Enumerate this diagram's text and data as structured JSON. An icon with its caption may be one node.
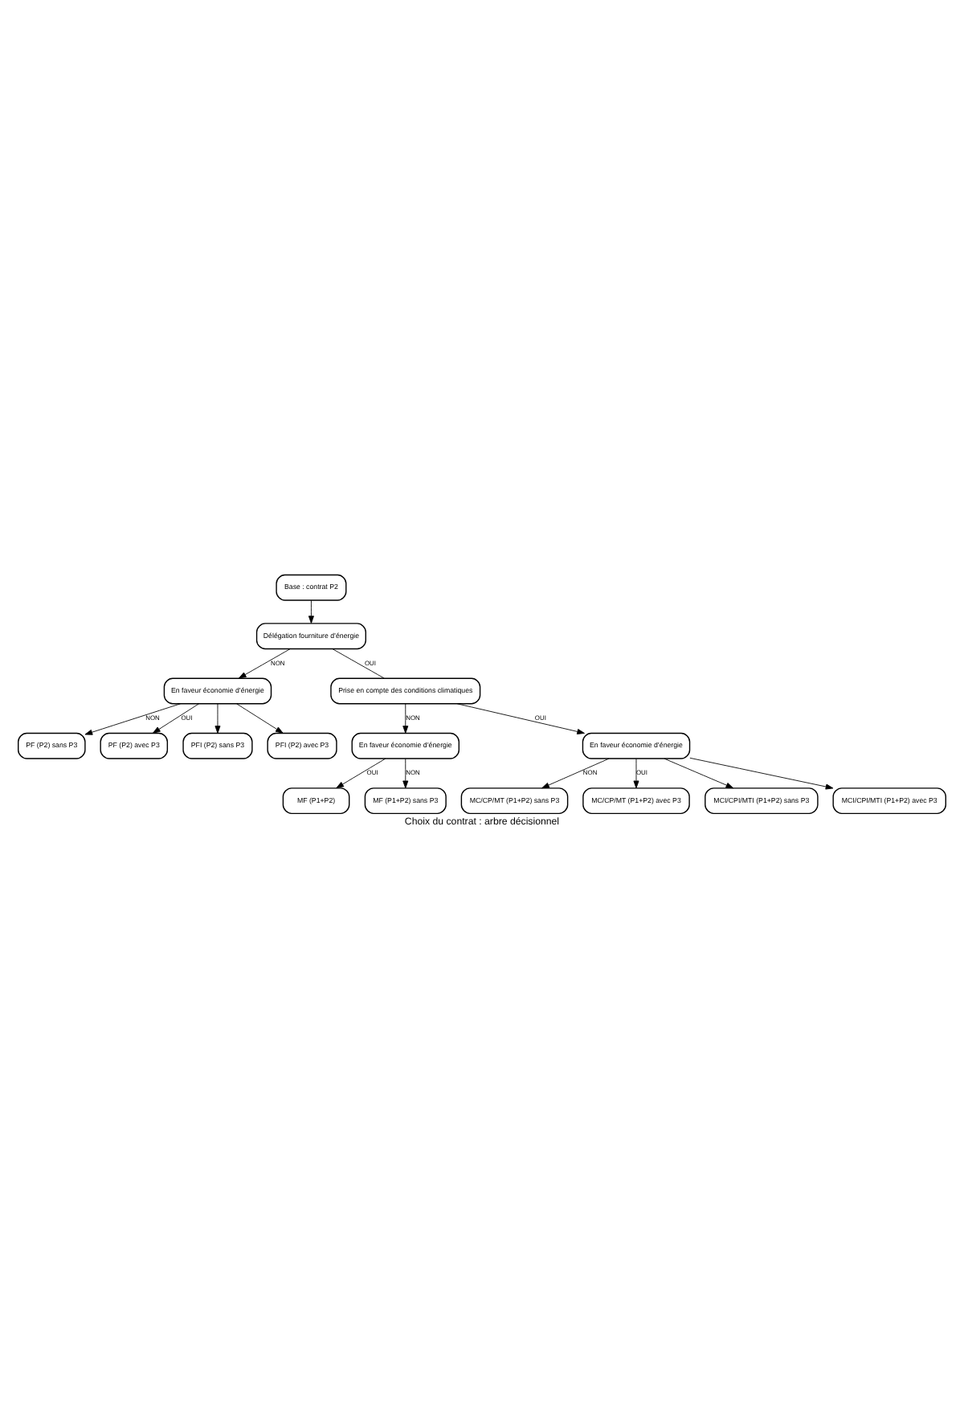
{
  "diagram": {
    "caption": "Choix du contrat : arbre décisionnel",
    "nodes": [
      {
        "text": [
          "Base : contrat P2"
        ]
      },
      {
        "text": [
          "Délégation fourniture d’énergie"
        ]
      },
      {
        "text": [
          "En faveur économie d’énergie"
        ]
      },
      {
        "text": [
          "PF (P2) sans P3"
        ]
      },
      {
        "text": [
          "Prise en compte des conditions climatiques"
        ]
      },
      {
        "text": [
          "En faveur économie d’énergie"
        ]
      },
      {
        "text": [
          "MF (P1+P2)"
        ]
      },
      {
        "text": [
          "MF (P1+P2) sans P3"
        ]
      },
      {
        "text": [
          "En faveur économie d’énergie"
        ]
      },
      {
        "text": [
          "MC/CP/MT (P1+P2) sans P3"
        ]
      },
      {
        "text": [
          "MC/CP/MT (P1+P2) avec P3"
        ]
      },
      {
        "text": [
          "MCI/CPI/MTI (P1+P2) sans P3"
        ]
      },
      {
        "text": [
          "MCI/CPI/MTI (P1+P2) avec P3"
        ]
      },
      {
        "text": [
          "PF (P2) avec P3"
        ]
      },
      {
        "text": [
          "PFI (P2) sans P3"
        ]
      },
      {
        "text": [
          "PFI (P2) avec P3"
        ]
      }
    ],
    "edges": [
      {
        "from": 0,
        "to": 1,
        "arrow": "to"
      },
      {
        "from": 1,
        "to": 2,
        "arrow": "to",
        "label": "NON"
      },
      {
        "from": 2,
        "to": 3,
        "arrow": "to",
        "label": "NON"
      },
      {
        "from": 1,
        "to": 4,
        "arrow": "none",
        "label": "OUI"
      },
      {
        "from": 4,
        "to": 5,
        "arrow": "to",
        "label": "NON"
      },
      {
        "from": 4,
        "to": 8,
        "arrow": "to",
        "label": "OUI"
      },
      {
        "from": 5,
        "to": 6,
        "arrow": "to",
        "label": "OUI"
      },
      {
        "from": 5,
        "to": 7,
        "arrow": "to",
        "label": "NON"
      },
      {
        "from": 8,
        "to": 9,
        "arrow": "to",
        "label": "NON"
      },
      {
        "from": 8,
        "to": 10,
        "arrow": "to",
        "label": "OUI"
      },
      {
        "from": 8,
        "to": 11,
        "arrow": "to"
      },
      {
        "from": 8,
        "to": 12,
        "arrow": "to"
      },
      {
        "from": 2,
        "to": 13,
        "arrow": "to",
        "label": "OUI"
      },
      {
        "from": 2,
        "to": 14,
        "arrow": "to"
      },
      {
        "from": 2,
        "to": 15,
        "arrow": "to"
      }
    ]
  }
}
